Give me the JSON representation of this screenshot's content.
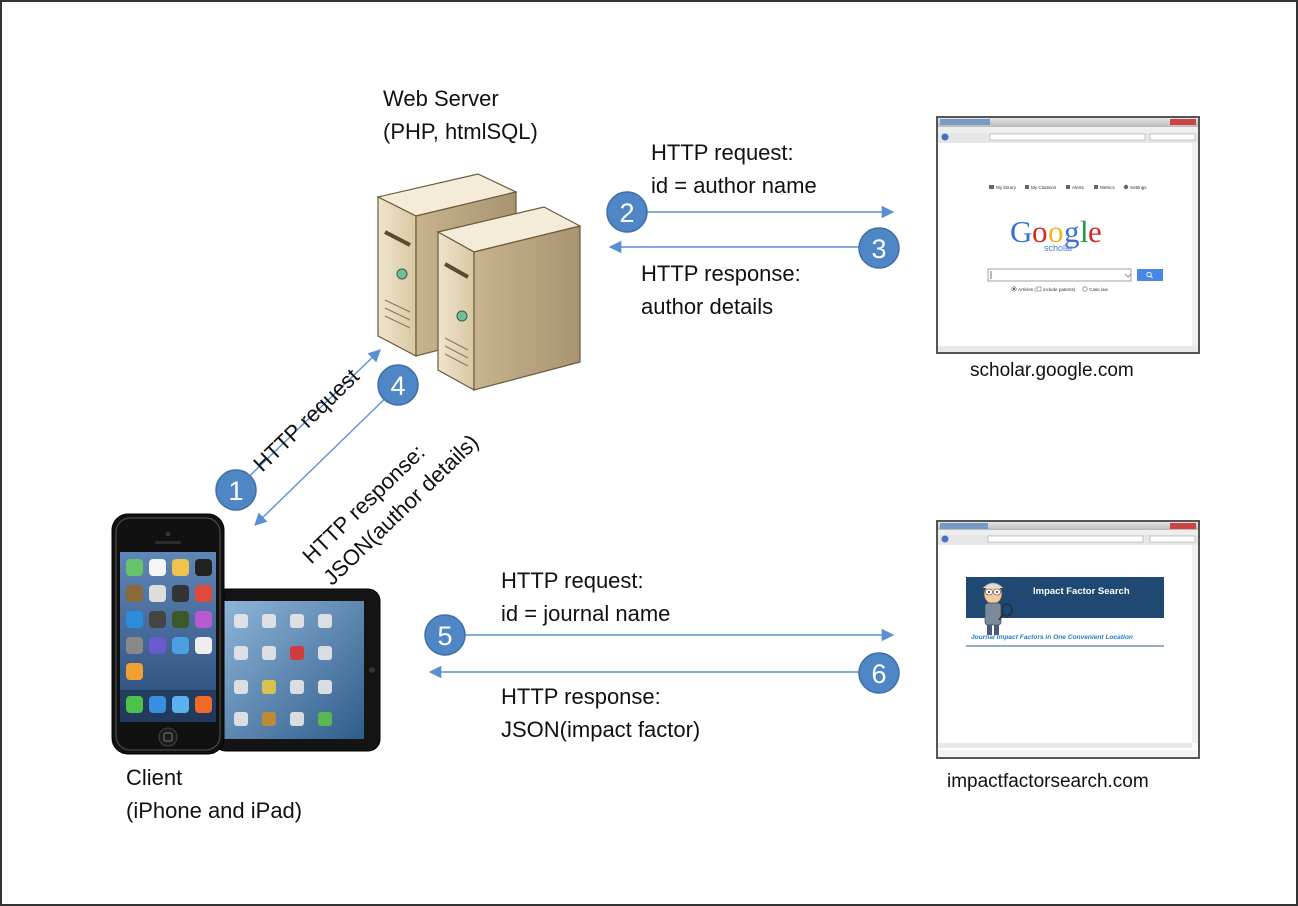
{
  "server": {
    "line1": "Web Server",
    "line2": "(PHP, htmlSQL)"
  },
  "client": {
    "line1": "Client",
    "line2": "(iPhone and iPad)"
  },
  "flows": {
    "step1": {
      "number": "1",
      "label": "HTTP request"
    },
    "step2": {
      "number": "2",
      "line1": "HTTP request:",
      "line2": "id = author name"
    },
    "step3": {
      "number": "3",
      "line1": "HTTP response:",
      "line2": "author details"
    },
    "step4": {
      "number": "4",
      "line1": "HTTP response:",
      "line2": "JSON(author details)"
    },
    "step5": {
      "number": "5",
      "line1": "HTTP request:",
      "line2": "id = journal name"
    },
    "step6": {
      "number": "6",
      "line1": "HTTP response:",
      "line2": "JSON(impact factor)"
    }
  },
  "scholar_site": {
    "url_label": "scholar.google.com",
    "nav_items": [
      "My library",
      "My Citations",
      "Alerts",
      "Metrics",
      "Settings"
    ],
    "logo_letters": [
      "G",
      "o",
      "o",
      "g",
      "l",
      "e"
    ],
    "logo_subtitle": "scholar",
    "radio_options": [
      "Articles (",
      "include patents)",
      "Case law"
    ]
  },
  "impact_site": {
    "url_label": "impactfactorsearch.com",
    "banner_title": "Impact Factor Search",
    "banner_tagline": "Journal Impact Factors in One Convenient Location"
  },
  "colors": {
    "badge_fill": "#4f86c6",
    "arrow": "#5b8fd4",
    "google_blue": "#3b6fd1",
    "google_red": "#d5262a",
    "google_yellow": "#f0b41c",
    "google_green": "#1e9b4a",
    "banner_bg": "#1a3f66"
  }
}
